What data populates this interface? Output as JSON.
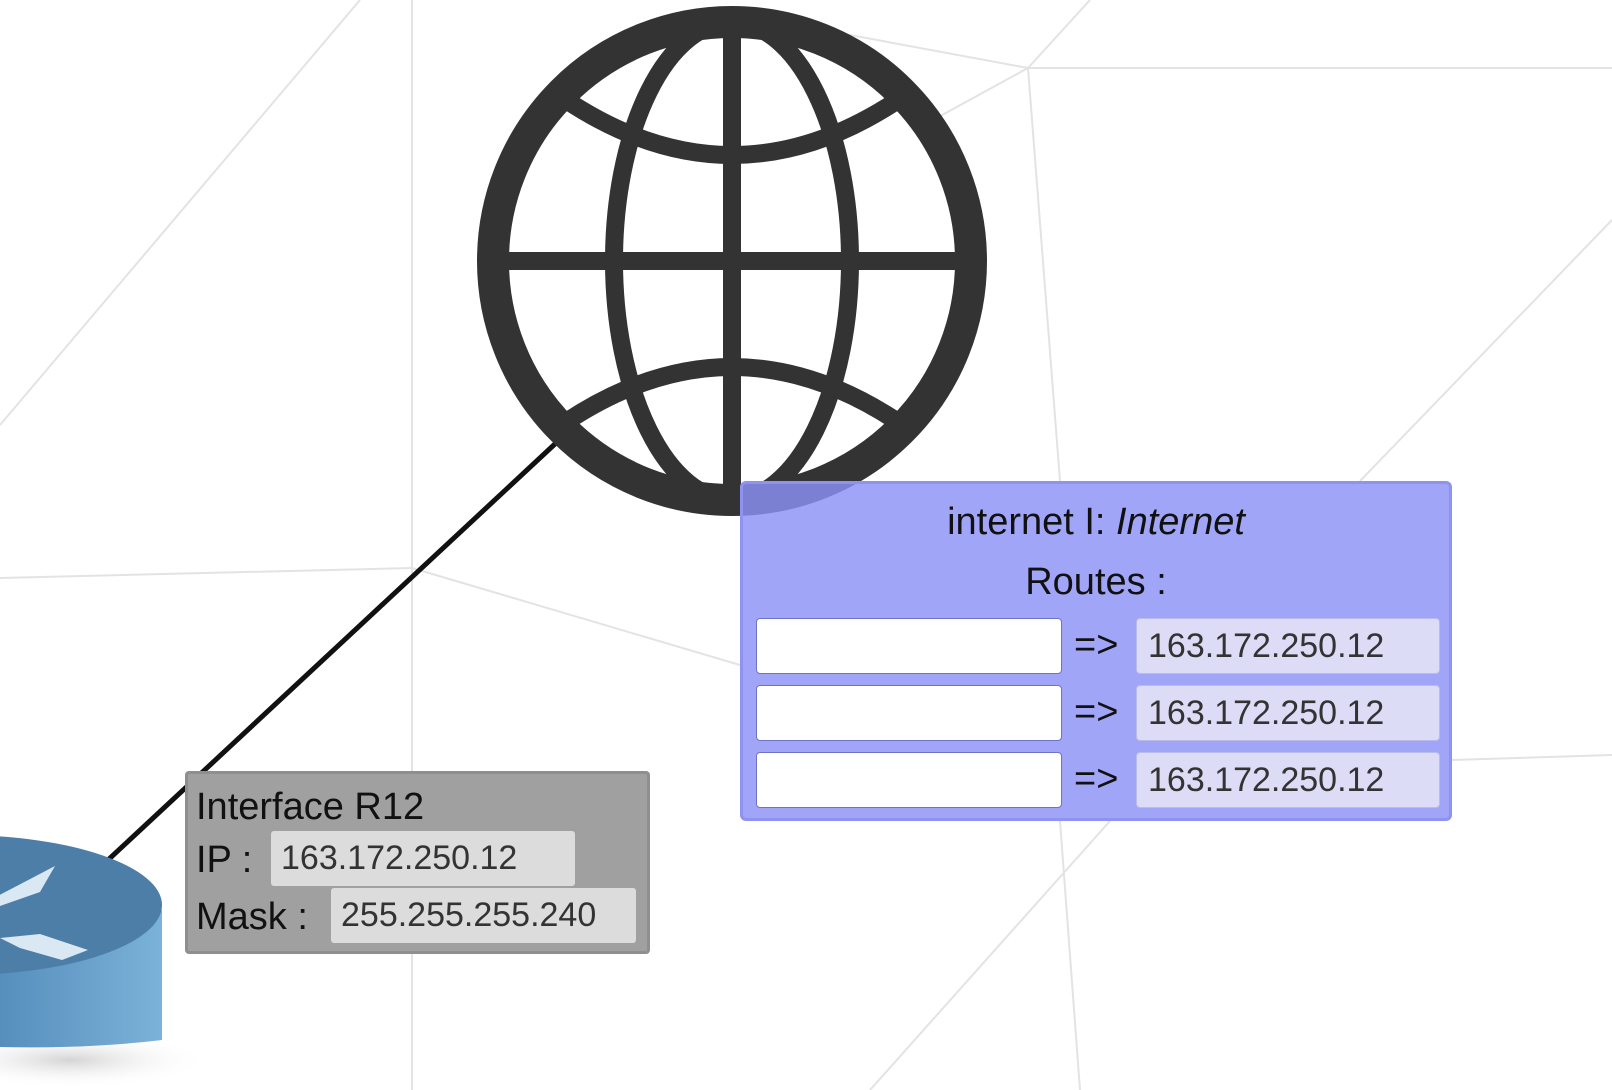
{
  "internet_node": {
    "title_prefix": "internet I: ",
    "title_type": "Internet",
    "routes_label": "Routes :",
    "routes": [
      {
        "destination": "",
        "arrow": "=>",
        "gateway": "163.172.250.12"
      },
      {
        "destination": "",
        "arrow": "=>",
        "gateway": "163.172.250.12"
      },
      {
        "destination": "",
        "arrow": "=>",
        "gateway": "163.172.250.12"
      }
    ],
    "icon": "globe-icon",
    "panel_color": "#8c91f5"
  },
  "interface": {
    "title": "Interface R12",
    "ip_label": "IP :",
    "ip_value": "163.172.250.12",
    "mask_label": "Mask :",
    "mask_value": "255.255.255.240",
    "panel_color": "#a0a0a0"
  },
  "router_node": {
    "icon": "router-icon",
    "color": "#5a8fbf"
  },
  "link_color": "#111111"
}
